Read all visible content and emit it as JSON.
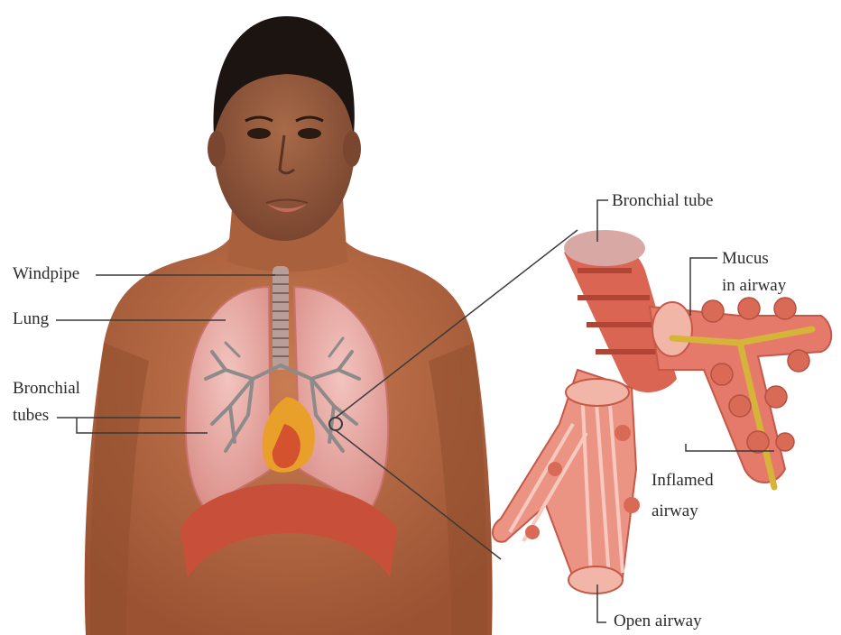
{
  "labels": {
    "windpipe": "Windpipe",
    "lung": "Lung",
    "bronchial_tubes_line1": "Bronchial",
    "bronchial_tubes_line2": "tubes",
    "bronchial_tube": "Bronchial tube",
    "mucus_line1": "Mucus",
    "mucus_line2": "in airway",
    "inflamed_line1": "Inflamed",
    "inflamed_line2": "airway",
    "open_airway": "Open airway"
  },
  "colors": {
    "skin": "#b66a43",
    "skin_shadow": "#8e4a2b",
    "hair": "#1c1410",
    "lung": "#e8a9a4",
    "lung_edge": "#c9716c",
    "bronchi": "#8e8a8a",
    "heart": "#e9a02a",
    "diaphragm": "#c8503a",
    "airway": "#e57a6a",
    "airway_light": "#f1b0a6",
    "mucus": "#d6b43a",
    "leader_line": "#3a3a3a"
  }
}
